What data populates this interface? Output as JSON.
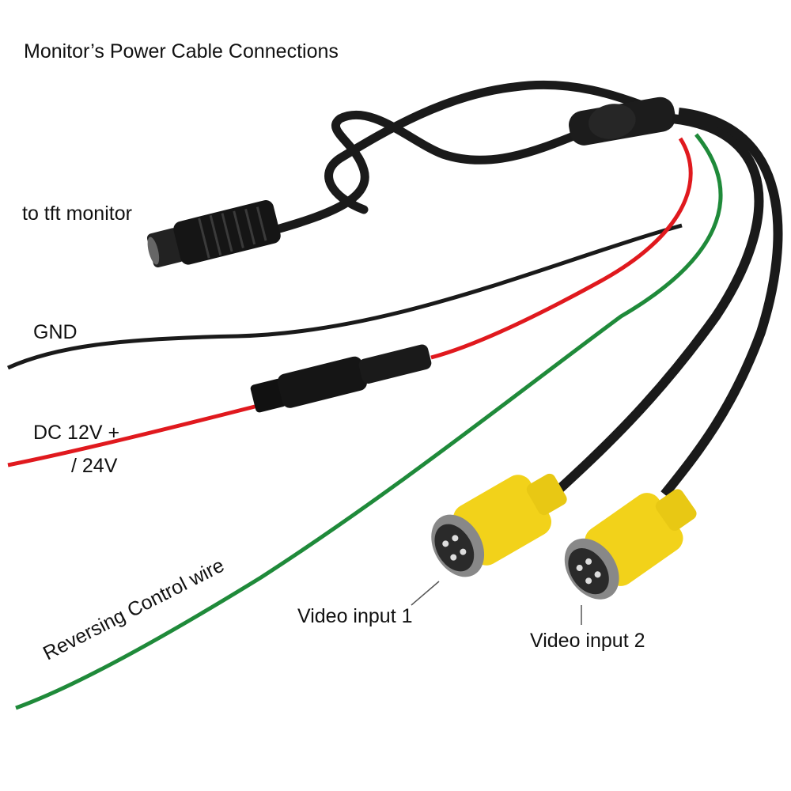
{
  "title": "Monitor’s Power Cable Connections",
  "labels": {
    "tft": "to tft monitor",
    "gnd": "GND",
    "dc_line1": "DC 12V +",
    "dc_line2": "/ 24V",
    "reversing": "Reversing Control wire",
    "video1": "Video input 1",
    "video2": "Video input 2"
  },
  "colors": {
    "cable": "#1a1a1a",
    "red_wire": "#e0191e",
    "green_wire": "#1f8a3a",
    "connector": "#f2d21a"
  }
}
